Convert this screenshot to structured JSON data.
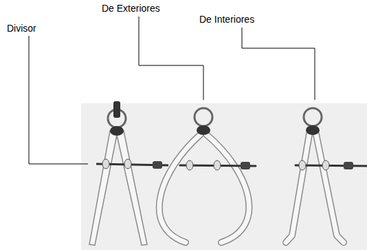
{
  "diagram": {
    "labels": [
      "Divisor",
      "De Exteriores",
      "De Interiores"
    ]
  }
}
